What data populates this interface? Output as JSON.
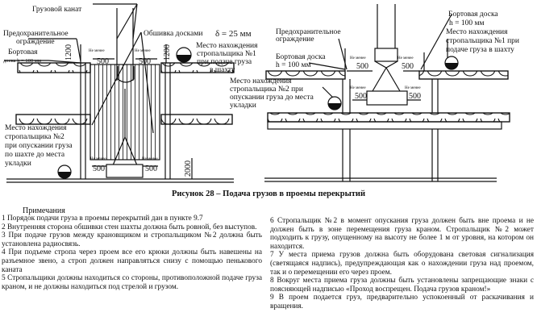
{
  "figure": {
    "labels": {
      "cargo_rope": "Грузовой канат",
      "safety_fence_1": "Предохранительное",
      "safety_fence_2": "ограждение",
      "board_left_1": "Бортовая",
      "board_left_2": "доска h = 100 мм",
      "sheathing": "Обшивка досками",
      "sheathing_value": "δ = 25 мм",
      "place1_left_1": "Место нахождения",
      "place1_left_2": "стропальщика №1",
      "place1_left_3": "при подаче груза",
      "place1_left_4": "в шахту",
      "place2_left_1": "Место нахождения",
      "place2_left_2": "стропальщика №2",
      "place2_left_3": "при опускании груза",
      "place2_left_4": "по шахте до места",
      "place2_left_5": "укладки",
      "place2_mid_1": "Место нахождения",
      "place2_mid_2": "стропальщика №2 при",
      "place2_mid_3": "опускании груза до места",
      "place2_mid_4": "укладки",
      "fence_right_1": "Предохранительное",
      "fence_right_2": "ограждение",
      "board_right_1": "Бортовая доска",
      "board_right_2": "h = 100 мм",
      "board_far_1": "Бортовая доска",
      "board_far_2": "h = 100 мм",
      "place1_right_1": "Место нахождения",
      "place1_right_2": "стропальщика №1 при",
      "place1_right_3": "подаче груза в шахту",
      "not_less": "Не менее",
      "dim_500": "500",
      "dim_1200": "1200",
      "dim_2000": "2000"
    }
  },
  "caption": "Рисунок 28  – Подача грузов в проемы перекрытий",
  "notes": {
    "title": "Примечания",
    "left": [
      "1 Порядок подачи груза в проемы перекрытий дан в пункте 9.7",
      "2 Внутренняя сторона обшивки стен шахты должна быть ровной, без выступов.",
      "3 При подаче грузов между крановщиком и стропальщиком №2 должна быть установлена радиосвязь.",
      "4 При подъеме стропа через проем все его крюки должны быть навешены на разъемное звено, а строп должен направляться снизу с помощью пенькового каната",
      "5 Стропальщики должны находиться со стороны, противоположной подаче груза краном, и не должны находиться под стрелой и грузом."
    ],
    "right": [
      "6 Стропальщик №2 в момент опускания груза должен быть вне проема и не должен быть в зоне перемещения груза краном. Стропальщик №2 может подходить к грузу, опущенному на высоту не более 1 м от уровня, на котором он находится.",
      "7 У места приема грузов должна быть оборудована световая сигнализация (светящаяся надпись), предупреждающая как о нахождении груза над проемом, так и о перемещении его через проем.",
      "8 Вокруг места приема груза должны быть установлены запрещающие знаки с поясняющей надписью «Проход воспрещен. Подача грузов краном!»",
      "9 В проем подается груз, предварительно успокоенный от раскачивания и вращения."
    ]
  }
}
